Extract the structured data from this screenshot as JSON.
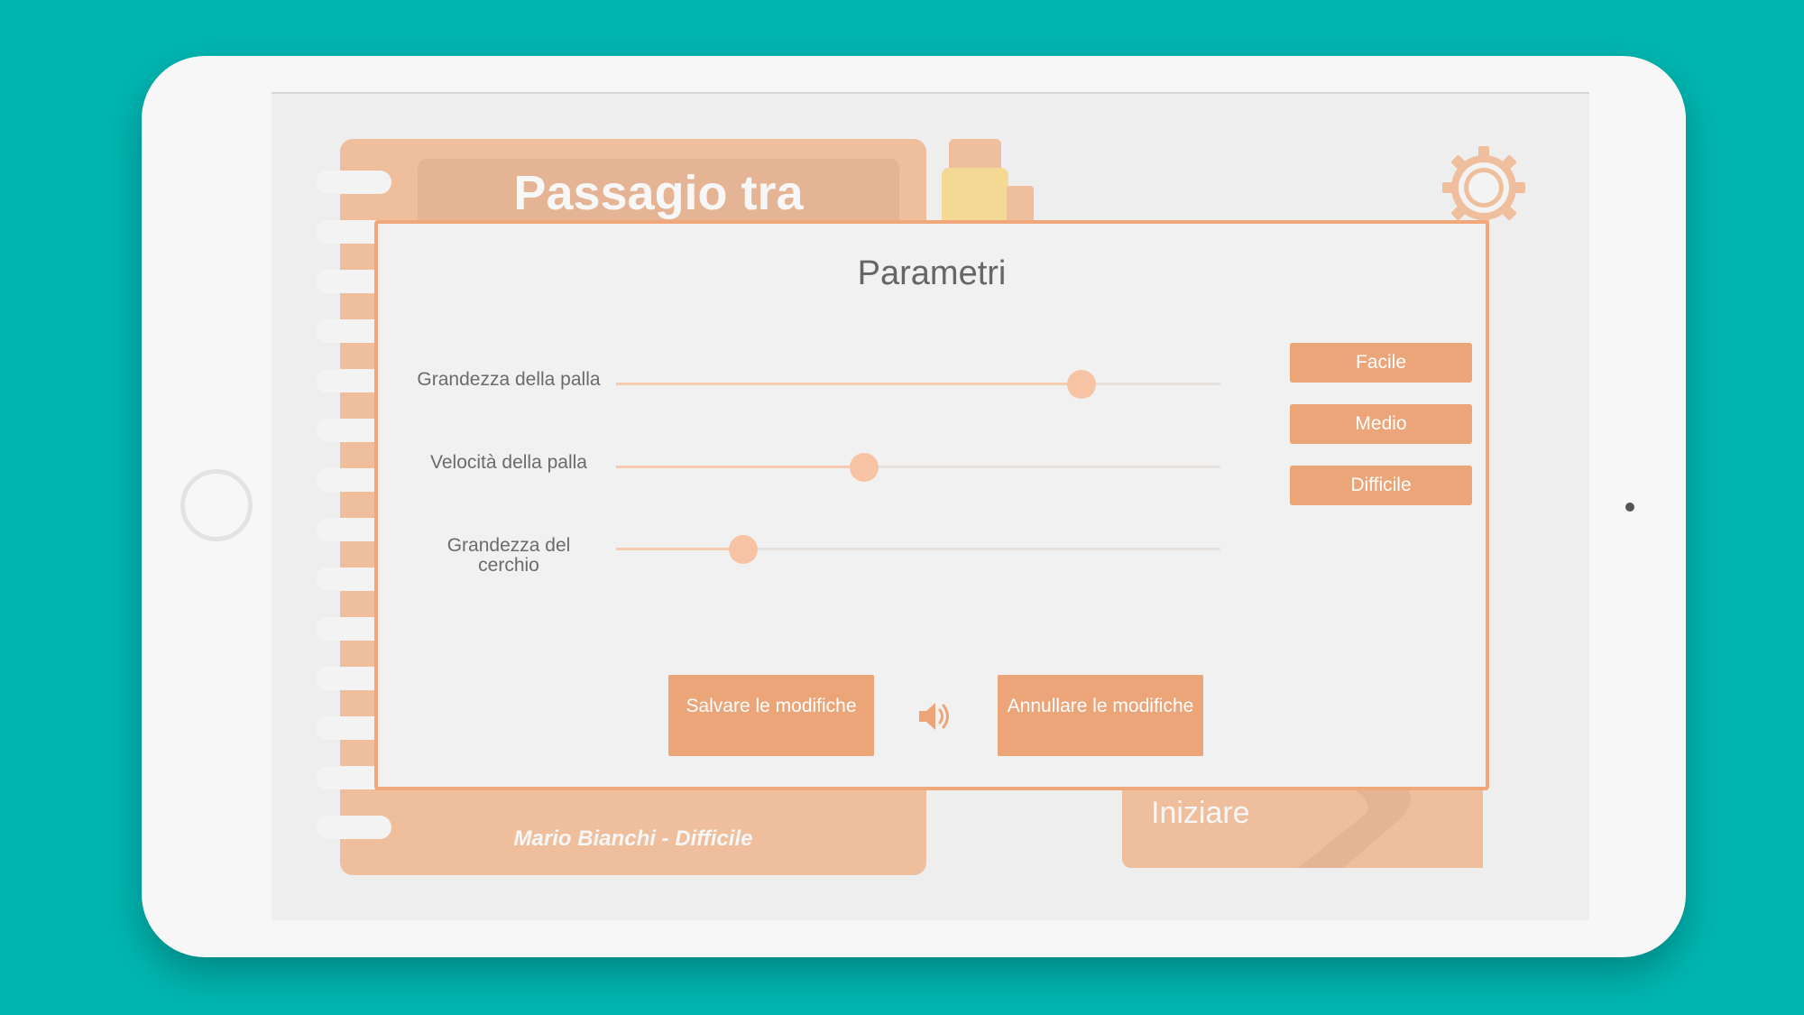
{
  "app": {
    "title": "Passagio tra",
    "footer": "Mario Bianchi - Difficile",
    "start_label": "Iniziare",
    "icons": {
      "settings": "gear-icon",
      "sound": "speaker-icon"
    },
    "colors": {
      "accent": "#f09a5c",
      "button": "#eba579",
      "tab_yellow": "#f8c94a",
      "background": "#00b5b0"
    }
  },
  "modal": {
    "title": "Parametri",
    "params": [
      {
        "label": "Grandezza della palla",
        "level_pct": 77
      },
      {
        "label": "Velocità della palla",
        "level_pct": 41
      },
      {
        "label": "Grandezza del cerchio",
        "level_pct": 21
      }
    ],
    "presets": [
      "Facile",
      "Medio",
      "Difficile"
    ],
    "save_label": "Salvare le modifiche",
    "cancel_label": "Annullare le modifiche"
  }
}
